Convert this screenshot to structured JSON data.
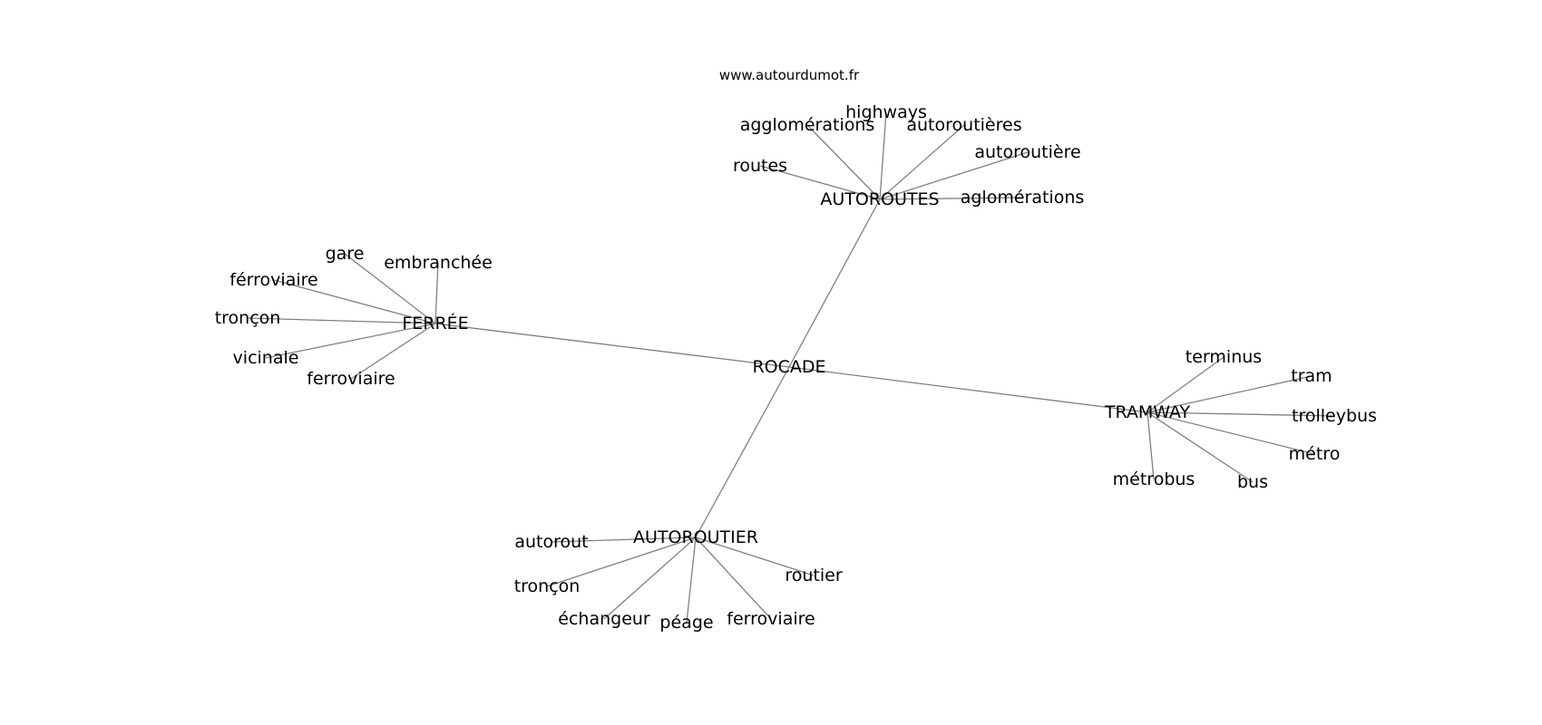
{
  "source": "www.autourdumot.fr",
  "center": "ROCADE",
  "groups": [
    {
      "hub": "AUTOROUTES",
      "words": [
        "agglomérations",
        "highways",
        "autoroutières",
        "routes",
        "autoroutière",
        "aglomérations"
      ]
    },
    {
      "hub": "FERRÉE",
      "words": [
        "gare",
        "embranchée",
        "férroviaire",
        "tronçon",
        "vicinale",
        "ferroviaire"
      ]
    },
    {
      "hub": "TRAMWAY",
      "words": [
        "terminus",
        "tram",
        "trolleybus",
        "métro",
        "métrobus",
        "bus"
      ]
    },
    {
      "hub": "AUTOROUTIER",
      "words": [
        "autorout",
        "tronçon",
        "échangeur",
        "péage",
        "ferroviaire",
        "routier"
      ]
    }
  ]
}
